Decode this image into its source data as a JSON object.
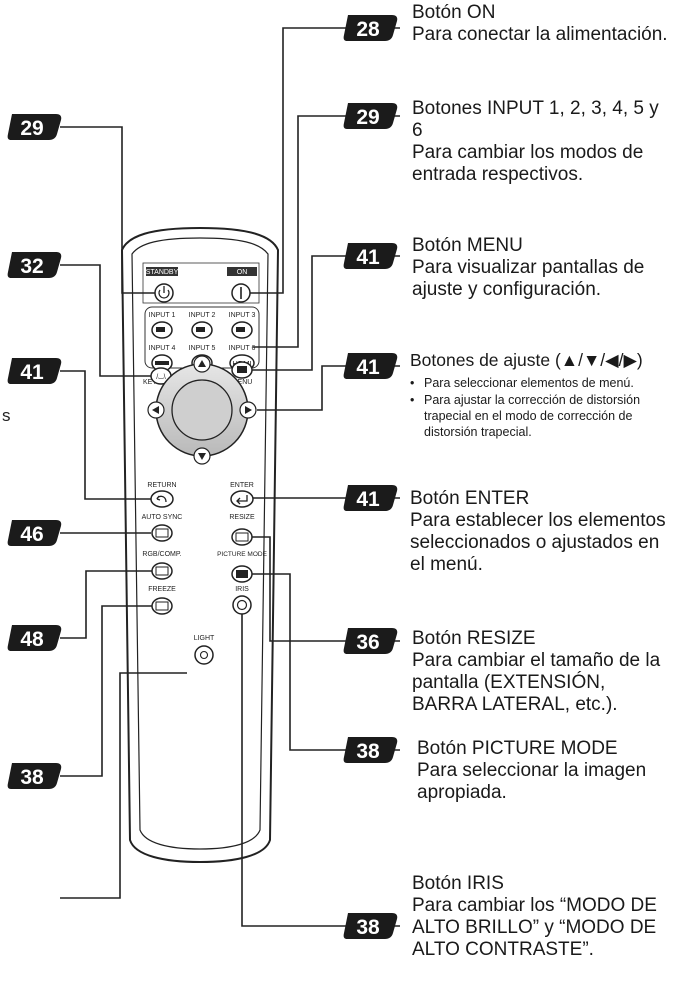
{
  "remote": {
    "standby_label": "STANDBY",
    "on_label": "ON",
    "input1_label": "INPUT 1",
    "input2_label": "INPUT 2",
    "input3_label": "INPUT 3",
    "input4_label": "INPUT 4",
    "input5_label": "INPUT 5",
    "input6_label": "INPUT 6",
    "hdmi_label": "HDMI",
    "keystone_label": "KEYSTONE",
    "menu_label": "MENU",
    "return_label": "RETURN",
    "enter_label": "ENTER",
    "autosync_label": "AUTO SYNC",
    "resize_label": "RESIZE",
    "rgbcomp_label": "RGB/COMP.",
    "picturemode_label": "PICTURE MODE",
    "freeze_label": "FREEZE",
    "iris_label": "IRIS",
    "light_label": "LIGHT"
  },
  "left_badges": [
    "29",
    "32",
    "41",
    "46",
    "48",
    "38"
  ],
  "left_fragment": "s",
  "callouts": [
    {
      "num": "28",
      "title": "Botón ON",
      "body": "Para conectar la alimentación."
    },
    {
      "num": "29",
      "title": "Botones INPUT 1, 2, 3, 4, 5 y 6",
      "body": "Para cambiar los modos de entrada respectivos."
    },
    {
      "num": "41",
      "title": "Botón MENU",
      "body": "Para visualizar pantallas de ajuste y configuración."
    },
    {
      "num": "41",
      "title": "Botones de ajuste (▲/▼/◀/▶)",
      "bullets": [
        "Para seleccionar elementos de menú.",
        "Para ajustar la corrección de distorsión trapecial en el modo de corrección de distorsión trapecial."
      ]
    },
    {
      "num": "41",
      "title": "Botón ENTER",
      "body": "Para establecer los elementos seleccionados o ajustados en el menú."
    },
    {
      "num": "36",
      "title": "Botón RESIZE",
      "body": "Para cambiar el tamaño de la pantalla (EXTENSIÓN, BARRA LATERAL, etc.)."
    },
    {
      "num": "38",
      "title": "Botón PICTURE MODE",
      "body": "Para seleccionar la imagen apropiada."
    },
    {
      "num": "38",
      "title": "Botón IRIS",
      "body": "Para cambiar los “MODO DE ALTO BRILLO” y “MODO DE ALTO CONTRASTE”."
    }
  ]
}
